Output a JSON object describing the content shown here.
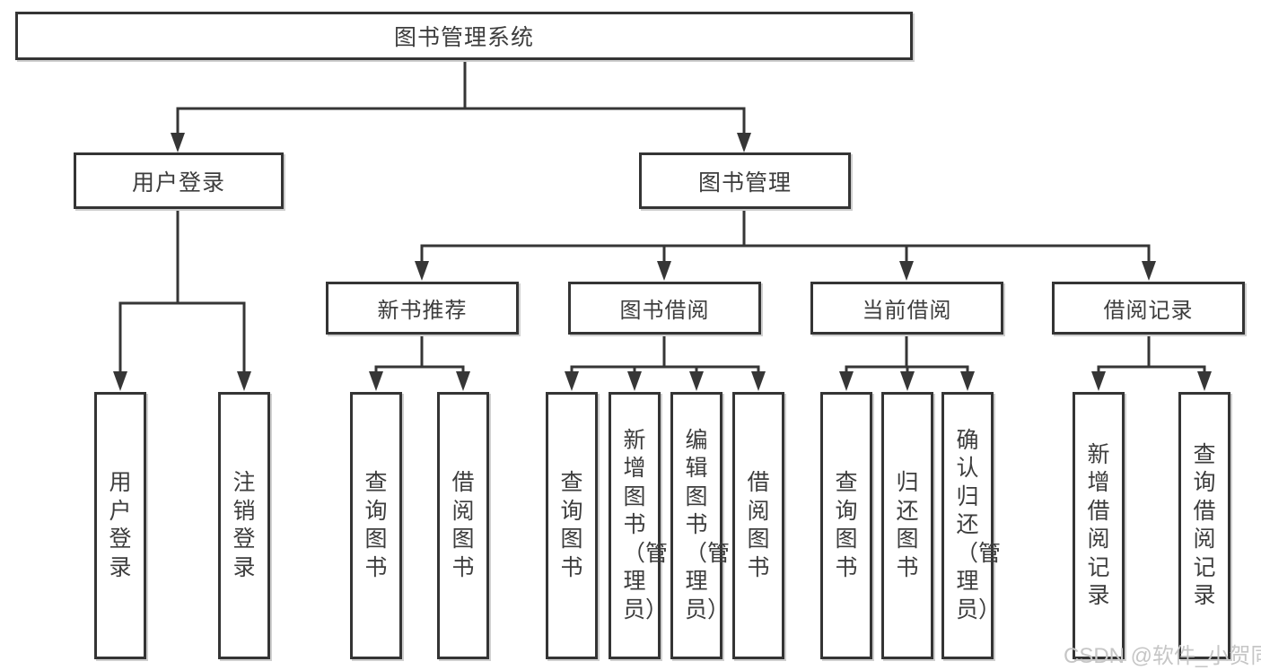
{
  "watermark": "CSDN @软件_小贺同学",
  "colors": {
    "line": "#363636",
    "box_border": "#343434",
    "text": "#3d3d3d",
    "box_background": "#ffffff",
    "watermark": "#c6c6c6"
  },
  "tree": {
    "root": {
      "label": "图书管理系统",
      "children": [
        {
          "label": "用户登录",
          "children": [
            {
              "label": "用户登录"
            },
            {
              "label": "注销登录"
            }
          ]
        },
        {
          "label": "图书管理",
          "children": [
            {
              "label": "新书推荐",
              "children": [
                {
                  "label": "查询图书"
                },
                {
                  "label": "借阅图书"
                }
              ]
            },
            {
              "label": "图书借阅",
              "children": [
                {
                  "label": "查询图书"
                },
                {
                  "label": "新增图书（管理员）"
                },
                {
                  "label": "编辑图书（管理员）"
                },
                {
                  "label": "借阅图书"
                }
              ]
            },
            {
              "label": "当前借阅",
              "children": [
                {
                  "label": "查询图书"
                },
                {
                  "label": "归还图书"
                },
                {
                  "label": "确认归还（管理员）"
                }
              ]
            },
            {
              "label": "借阅记录",
              "children": [
                {
                  "label": "新增借阅记录"
                },
                {
                  "label": "查询借阅记录"
                }
              ]
            }
          ]
        }
      ]
    }
  }
}
